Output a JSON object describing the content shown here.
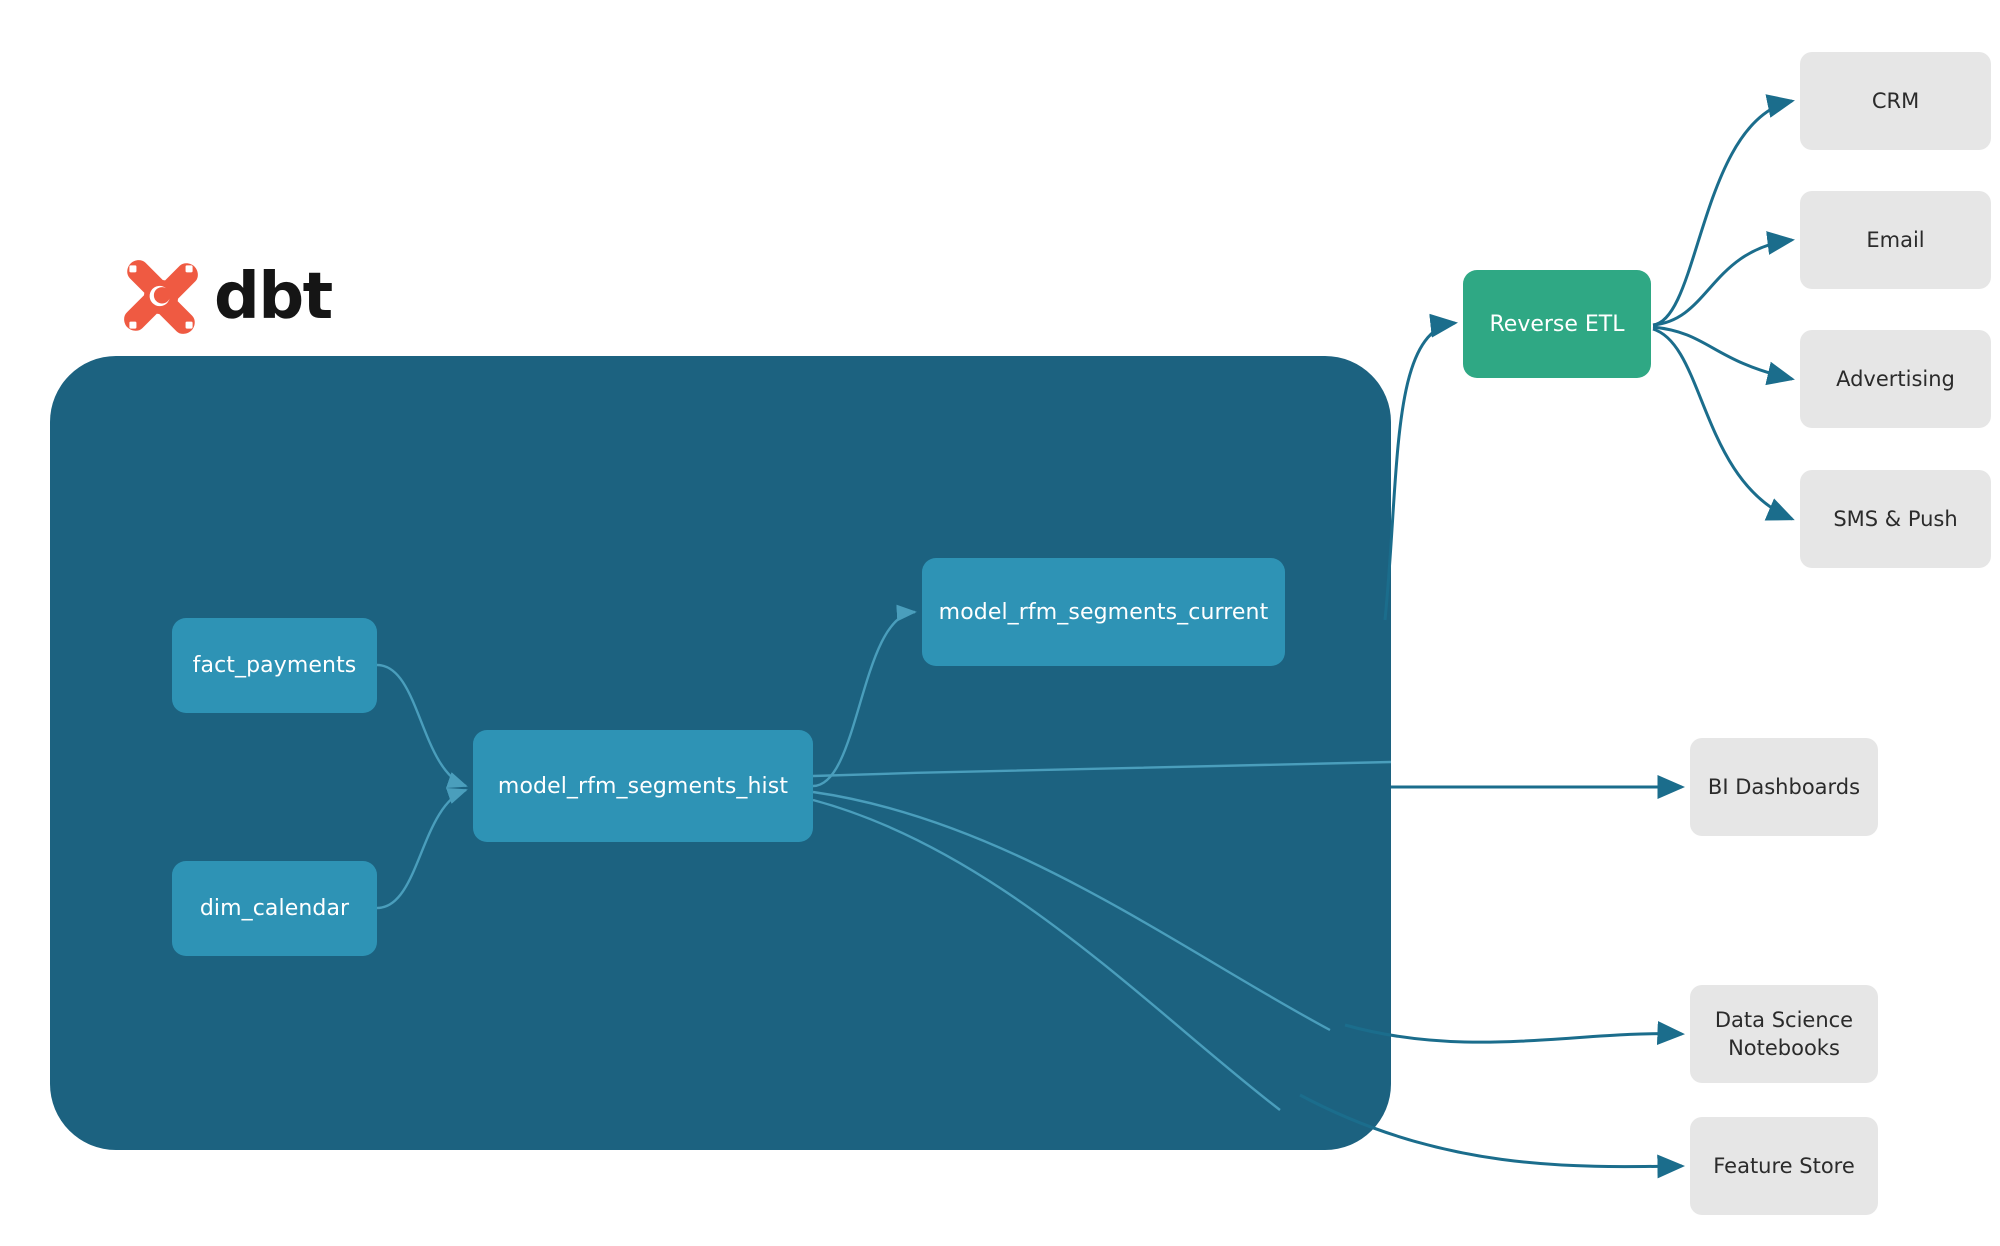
{
  "brand": {
    "name": "dbt",
    "logo_icon": "dbt-x-logo-icon",
    "logo_color": "#ef5a42"
  },
  "theme": {
    "container_fill": "#1c6280",
    "model_fill": "#2e93b5",
    "reverse_etl_fill": "#2fa884",
    "destination_fill": "#e6e6e6",
    "inner_edge_color": "#4a9ebc",
    "outer_edge_color": "#1b6d8c",
    "background": "#ffffff"
  },
  "diagram": {
    "type": "data-lineage-flow",
    "container_label": "dbt",
    "models": [
      {
        "id": "fact_payments",
        "label": "fact_payments",
        "kind": "source-model"
      },
      {
        "id": "dim_calendar",
        "label": "dim_calendar",
        "kind": "source-model"
      },
      {
        "id": "model_rfm_segments_hist",
        "label": "model_rfm_segments_hist",
        "kind": "model"
      },
      {
        "id": "model_rfm_segments_current",
        "label": "model_rfm_segments_current",
        "kind": "model"
      }
    ],
    "services": [
      {
        "id": "reverse_etl",
        "label": "Reverse ETL",
        "kind": "service"
      }
    ],
    "destinations": [
      {
        "id": "crm",
        "label": "CRM"
      },
      {
        "id": "email",
        "label": "Email"
      },
      {
        "id": "advertising",
        "label": "Advertising"
      },
      {
        "id": "sms_push",
        "label": "SMS & Push"
      },
      {
        "id": "bi_dashboards",
        "label": "BI Dashboards"
      },
      {
        "id": "data_science_notebooks",
        "label": "Data Science\nNotebooks",
        "line1": "Data Science",
        "line2": "Notebooks"
      },
      {
        "id": "feature_store",
        "label": "Feature Store"
      }
    ],
    "edges": [
      {
        "from": "fact_payments",
        "to": "model_rfm_segments_hist"
      },
      {
        "from": "dim_calendar",
        "to": "model_rfm_segments_hist"
      },
      {
        "from": "model_rfm_segments_hist",
        "to": "model_rfm_segments_current"
      },
      {
        "from": "model_rfm_segments_current",
        "to": "reverse_etl"
      },
      {
        "from": "reverse_etl",
        "to": "crm"
      },
      {
        "from": "reverse_etl",
        "to": "email"
      },
      {
        "from": "reverse_etl",
        "to": "advertising"
      },
      {
        "from": "reverse_etl",
        "to": "sms_push"
      },
      {
        "from": "model_rfm_segments_hist",
        "to": "bi_dashboards"
      },
      {
        "from": "model_rfm_segments_hist",
        "to": "data_science_notebooks"
      },
      {
        "from": "model_rfm_segments_hist",
        "to": "feature_store"
      }
    ]
  }
}
